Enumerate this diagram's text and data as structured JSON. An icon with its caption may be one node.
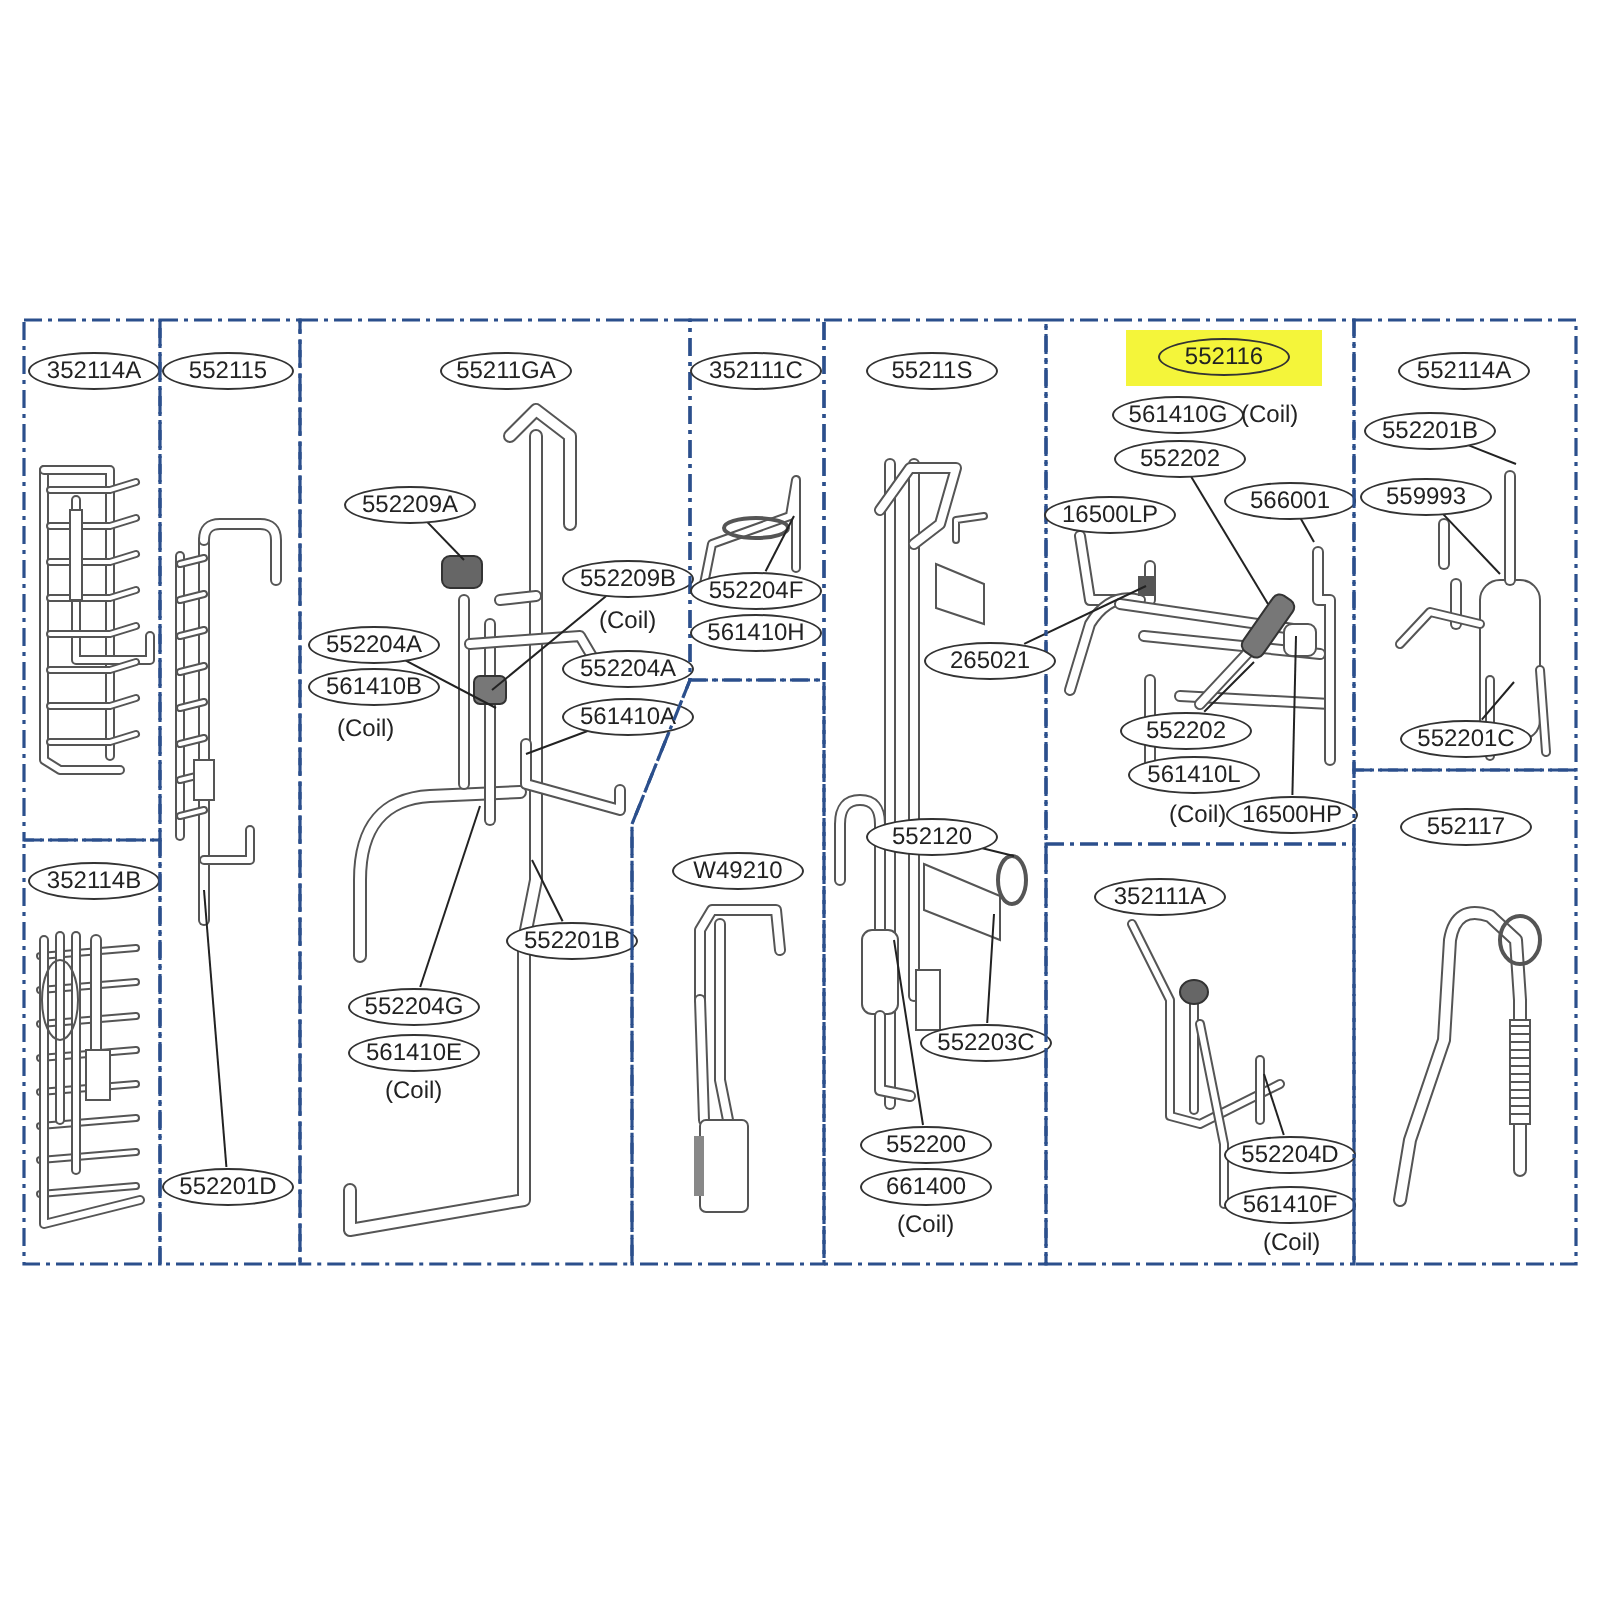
{
  "diagram": {
    "nodes": [
      {
        "text": [
          "352114A"
        ]
      },
      {
        "text": [
          "352114B"
        ]
      },
      {
        "text": [
          "552115"
        ]
      },
      {
        "text": [
          "552201D"
        ],
        "in": 2
      },
      {
        "text": [
          "55211GA"
        ]
      },
      {
        "text": [
          "552209A"
        ],
        "in": 4
      },
      {
        "text": [
          "552209B"
        ],
        "in": 4,
        "beside": [
          "(Coil)"
        ]
      },
      {
        "text": [
          "552204A"
        ],
        "in": 4
      },
      {
        "text": [
          "561410B"
        ],
        "in": 4,
        "beside": [
          "(Coil)"
        ]
      },
      {
        "text": [
          "552204A"
        ],
        "in": 4
      },
      {
        "text": [
          "561410A"
        ],
        "in": 4
      },
      {
        "text": [
          "552201B"
        ],
        "in": 4
      },
      {
        "text": [
          "552204G"
        ],
        "in": 4
      },
      {
        "text": [
          "561410E"
        ],
        "in": 4,
        "beside": [
          "(Coil)"
        ]
      },
      {
        "text": [
          "352111C"
        ]
      },
      {
        "text": [
          "552204F"
        ],
        "in": 14
      },
      {
        "text": [
          "561410H"
        ],
        "in": 14
      },
      {
        "text": [
          "W49210"
        ]
      },
      {
        "text": [
          "55211S"
        ]
      },
      {
        "text": [
          "552120"
        ],
        "in": 18
      },
      {
        "text": [
          "552203C"
        ],
        "in": 18
      },
      {
        "text": [
          "552200"
        ],
        "in": 18
      },
      {
        "text": [
          "661400"
        ],
        "in": 18,
        "beside": [
          "(Coil)"
        ]
      },
      {
        "text": [
          "552116"
        ]
      },
      {
        "text": [
          "561410G"
        ],
        "in": 23,
        "beside": [
          "(Coil)"
        ]
      },
      {
        "text": [
          "552202"
        ],
        "in": 23
      },
      {
        "text": [
          "16500LP"
        ],
        "in": 23
      },
      {
        "text": [
          "566001"
        ],
        "in": 23
      },
      {
        "text": [
          "265021"
        ]
      },
      {
        "text": [
          "552202"
        ],
        "in": 23
      },
      {
        "text": [
          "561410L"
        ],
        "in": 23,
        "beside": [
          "(Coil)"
        ]
      },
      {
        "text": [
          "16500HP"
        ],
        "in": 23
      },
      {
        "text": [
          "352111A"
        ]
      },
      {
        "text": [
          "552204D"
        ],
        "in": 32
      },
      {
        "text": [
          "561410F"
        ],
        "in": 32,
        "beside": [
          "(Coil)"
        ]
      },
      {
        "text": [
          "552114A"
        ]
      },
      {
        "text": [
          "552201B"
        ],
        "in": 35
      },
      {
        "text": [
          "559993"
        ],
        "in": 35
      },
      {
        "text": [
          "552201C"
        ],
        "in": 35
      },
      {
        "text": [
          "552117"
        ]
      }
    ],
    "edges": [
      {
        "from": 3,
        "to": null,
        "arrow": "none"
      },
      {
        "from": 5,
        "to": null,
        "arrow": "none"
      },
      {
        "from": 6,
        "to": null,
        "arrow": "none"
      },
      {
        "from": 7,
        "to": null,
        "arrow": "none"
      },
      {
        "from": 10,
        "to": null,
        "arrow": "none"
      },
      {
        "from": 11,
        "to": null,
        "arrow": "none"
      },
      {
        "from": 12,
        "to": null,
        "arrow": "none"
      },
      {
        "from": 15,
        "to": null,
        "arrow": "none"
      },
      {
        "from": 19,
        "to": null,
        "arrow": "none"
      },
      {
        "from": 20,
        "to": null,
        "arrow": "none"
      },
      {
        "from": 21,
        "to": null,
        "arrow": "none"
      },
      {
        "from": 25,
        "to": null,
        "arrow": "none"
      },
      {
        "from": 27,
        "to": null,
        "arrow": "none"
      },
      {
        "from": 28,
        "to": null,
        "arrow": "none"
      },
      {
        "from": 29,
        "to": null,
        "arrow": "none"
      },
      {
        "from": 31,
        "to": null,
        "arrow": "none"
      },
      {
        "from": 33,
        "to": null,
        "arrow": "none"
      },
      {
        "from": 36,
        "to": null,
        "arrow": "none"
      },
      {
        "from": 37,
        "to": null,
        "arrow": "none"
      },
      {
        "from": 38,
        "to": null,
        "arrow": "none"
      }
    ]
  }
}
